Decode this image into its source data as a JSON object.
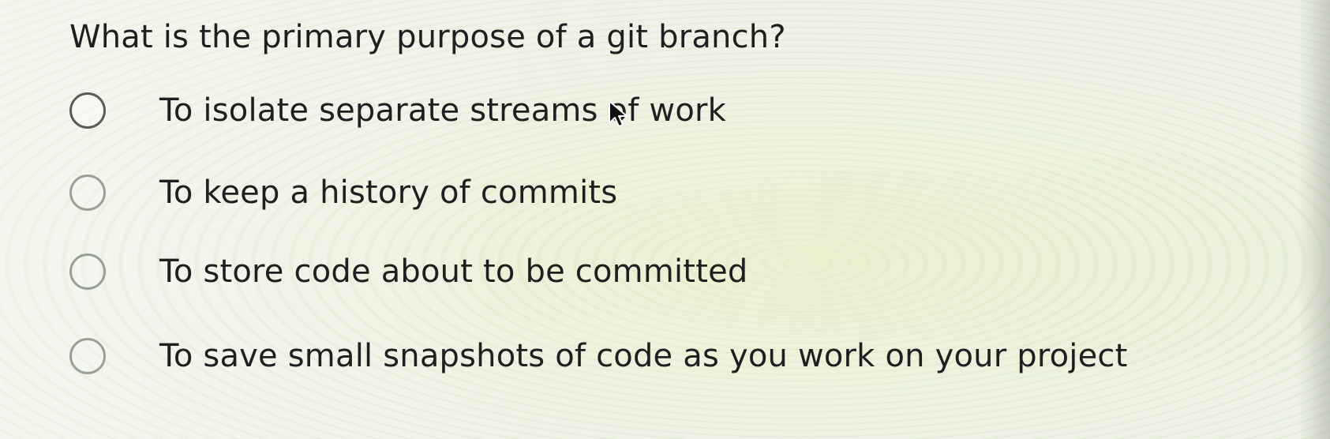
{
  "question": {
    "text": "What is the primary purpose of a git branch?"
  },
  "options": [
    {
      "label": "To isolate separate streams of work"
    },
    {
      "label": "To keep a history of commits"
    },
    {
      "label": "To store code about to be committed"
    },
    {
      "label": "To save small snapshots of code as you work on your project"
    }
  ],
  "icons": {
    "cursor": "mouse-pointer-icon",
    "radio": "radio-button-icon"
  },
  "colors": {
    "text": "#1f1f1f",
    "radio_border": "#5a5a5a"
  }
}
